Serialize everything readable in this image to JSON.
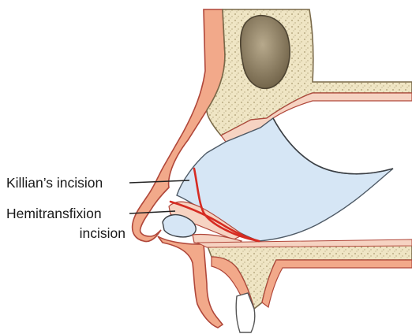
{
  "labels": {
    "killian": "Killian’s incision",
    "hemitransfixion_line1": "Hemitransfixion",
    "hemitransfixion_line2": "incision"
  },
  "colors": {
    "skin": "#f2a98a",
    "skin_outline": "#b0473a",
    "mucosa": "#f6d3c2",
    "bone": "#efe5c4",
    "bone_outline": "#7a6a4a",
    "sinus": "#8a7a5e",
    "septum": "#d6e6f5",
    "incision": "#d62b22",
    "leader": "#222222"
  }
}
